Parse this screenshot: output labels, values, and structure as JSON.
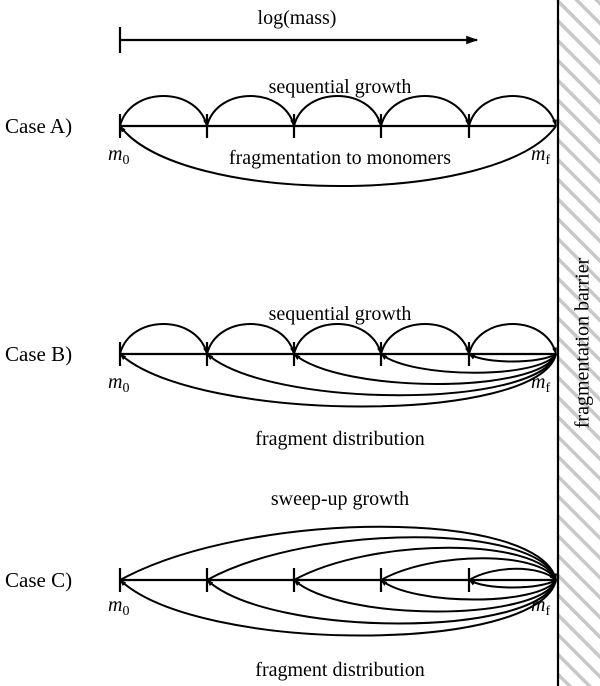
{
  "axis": {
    "label": "log(mass)"
  },
  "barrier": {
    "label": "fragmentation barrier"
  },
  "mass_labels": {
    "m0_base": "m",
    "m0_sub": "0",
    "mf_base": "m",
    "mf_sub": "f"
  },
  "cases": [
    {
      "label": "Case A)",
      "top_label": "sequential growth",
      "bottom_label": "fragmentation to monomers"
    },
    {
      "label": "Case B)",
      "top_label": "sequential growth",
      "bottom_label": "fragment distribution"
    },
    {
      "label": "Case C)",
      "top_label": "sweep-up growth",
      "bottom_label": "fragment distribution"
    }
  ],
  "colors": {
    "ink": "#000000",
    "hatch": "#c8c8c8"
  }
}
